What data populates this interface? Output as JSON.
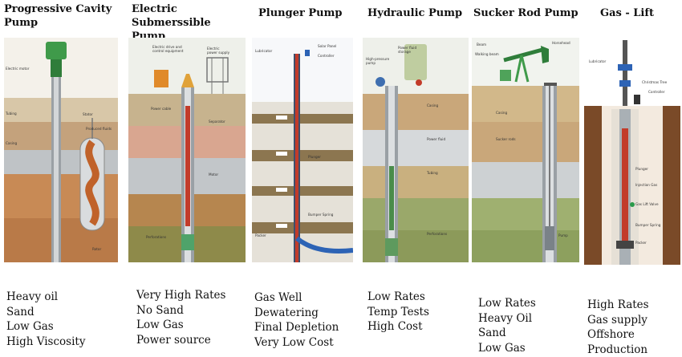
{
  "pumps": [
    {
      "title": "Progressive Cavity\nPump",
      "attributes": [
        "Heavy oil",
        "Sand",
        "Low Gas",
        "High Viscosity"
      ]
    },
    {
      "title": "Electric Submerssible\nPump",
      "attributes": [
        "Very High Rates",
        "No Sand",
        "Low Gas",
        "Power source"
      ]
    },
    {
      "title": "Plunger Pump",
      "attributes": [
        "Gas Well",
        "Dewatering",
        "Final Depletion",
        "Very Low Cost"
      ]
    },
    {
      "title": "Hydraulic Pump",
      "attributes": [
        "Low Rates",
        "Temp Tests",
        "High Cost"
      ]
    },
    {
      "title": "Sucker Rod Pump",
      "attributes": [
        "Low Rates",
        "Heavy Oil",
        "Sand",
        "Low Gas"
      ]
    },
    {
      "title": "Gas - Lift",
      "attributes": [
        "High Rates",
        "Gas supply",
        "Offshore",
        "Production"
      ]
    }
  ],
  "diagram_labels": {
    "pcp": [
      "Electric motor",
      "Tubing",
      "Stator",
      "Rotor",
      "Casing",
      "Produced fluids"
    ],
    "esp": [
      "Electric drive and control equipment",
      "Electric power supply",
      "Power cable",
      "Separator",
      "Motor",
      "Perforations"
    ],
    "plunger": [
      "Lubricator",
      "Solar Panel",
      "Controller",
      "Plunger",
      "Bumper Spring",
      "Packer"
    ],
    "hydraulic": [
      "Power fluid storage",
      "High-pressure pump",
      "Casing",
      "Power fluid",
      "Tubing",
      "Perforations"
    ],
    "srp": [
      "Beam",
      "Horsehead",
      "Walking beam",
      "Sucker rods",
      "Casing",
      "Pump"
    ],
    "gaslift": [
      "Lubricator",
      "Christmas Tree",
      "Controller",
      "Plunger",
      "Injection Gas",
      "Gas Lift Valve",
      "Bumper Spring",
      "Packer"
    ]
  },
  "colors": {
    "casing": "#8a8f94",
    "rotor": "#c0622a",
    "esp_red": "#c23b2a",
    "ground_top": "#c9a77a",
    "well_base": "#7a5a3a"
  }
}
